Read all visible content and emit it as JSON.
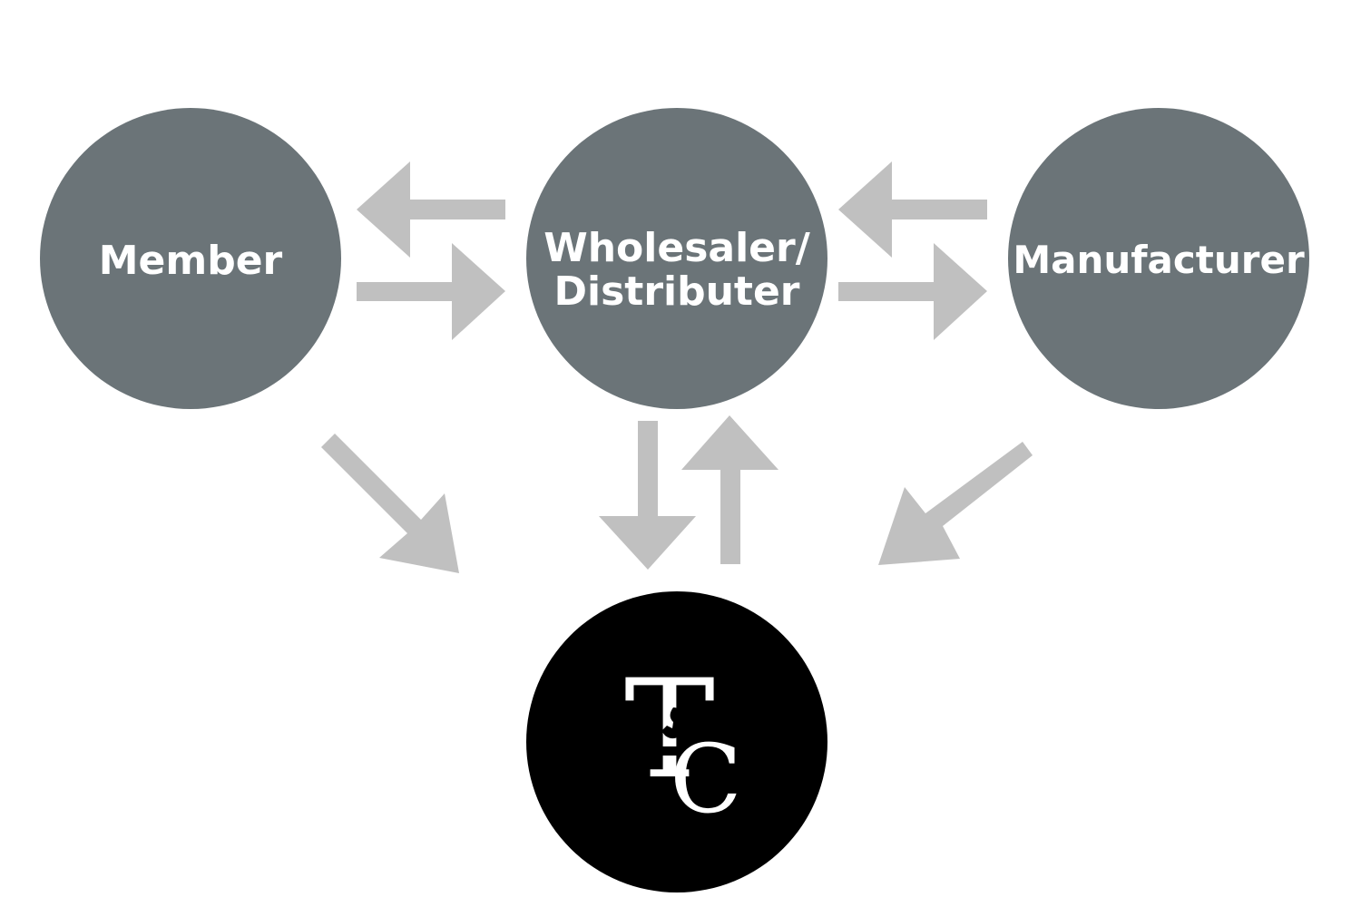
{
  "nodes": {
    "member": {
      "label": "Member"
    },
    "wholesaler": {
      "line1": "Wholesaler/",
      "line2": "Distributer"
    },
    "manufacturer": {
      "label": "Manufacturer"
    },
    "logo": {
      "letter_top": "T",
      "letter_bottom": "C"
    }
  },
  "colors": {
    "node_fill": "#6b7478",
    "node_text": "#ffffff",
    "arrow": "#c0c0c0",
    "logo_fill": "#000000",
    "logo_letters": "#ffffff",
    "background": "#ffffff"
  }
}
